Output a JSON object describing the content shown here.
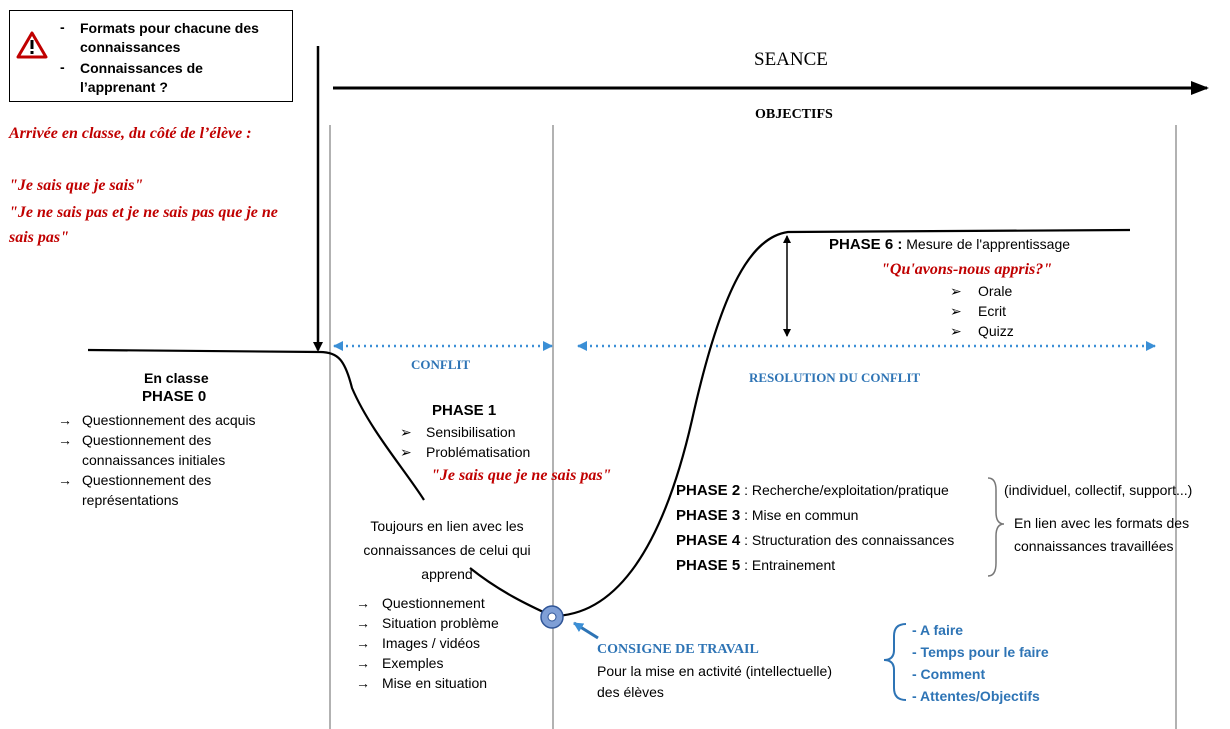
{
  "warning": {
    "items": [
      "Formats pour chacune des connaissances",
      "Connaissances de l’apprenant ?"
    ],
    "icon": "warning-triangle-icon"
  },
  "timeline": {
    "seance": "SEANCE",
    "objectifs": "OBJECTIFS"
  },
  "arrival": {
    "title": "Arrivée en classe, du côté de l’élève :",
    "quote1": "\"Je sais que je sais\"",
    "quote2_line1": "\"Je ne sais pas et je ne sais pas que je ne",
    "quote2_line2": "sais pas\""
  },
  "labels": {
    "conflit": "CONFLIT",
    "resolution": "RESOLUTION DU CONFLIT"
  },
  "phase0": {
    "context": "En classe",
    "title": "PHASE 0",
    "items": [
      [
        "Questionnement des acquis"
      ],
      [
        "Questionnement des",
        "connaissances initiales"
      ],
      [
        "Questionnement des",
        "représentations"
      ]
    ]
  },
  "phase1": {
    "title": "PHASE 1",
    "items": [
      "Sensibilisation",
      "Problématisation"
    ],
    "quote": "\"Je sais que je ne sais pas\""
  },
  "lien": {
    "lines": [
      "Toujours en lien avec les",
      "connaissances de celui qui",
      "apprend"
    ],
    "items": [
      "Questionnement",
      "Situation problème",
      "Images / vidéos",
      "Exemples",
      "Mise en situation"
    ]
  },
  "phase6": {
    "title": "PHASE 6 :",
    "desc": "Mesure de l'apprentissage",
    "quote": "\"Qu'avons-nous appris?\"",
    "items": [
      "Orale",
      "Ecrit",
      "Quizz"
    ]
  },
  "phases_mid": [
    {
      "title": "PHASE 2",
      "desc": " : Recherche/exploitation/pratique"
    },
    {
      "title": "PHASE 3",
      "desc": " : Mise en commun"
    },
    {
      "title": "PHASE 4",
      "desc": " : Structuration des connaissances"
    },
    {
      "title": "PHASE 5",
      "desc": " : Entrainement"
    }
  ],
  "side_notes": {
    "support": "(individuel, collectif, support...)",
    "formats_line1": "En lien avec les formats des",
    "formats_line2": "connaissances travaillées"
  },
  "consigne": {
    "title": "CONSIGNE DE TRAVAIL",
    "line1": "Pour la mise en activité (intellectuelle)",
    "line2": "des élèves",
    "items": [
      "- A faire",
      "- Temps pour le faire",
      "- Comment",
      "- Attentes/Objectifs"
    ]
  },
  "colors": {
    "red": "#c00000",
    "blue": "#2e74b5",
    "dotted_blue": "#3b8fd6",
    "marker": "#5b7fbf"
  }
}
